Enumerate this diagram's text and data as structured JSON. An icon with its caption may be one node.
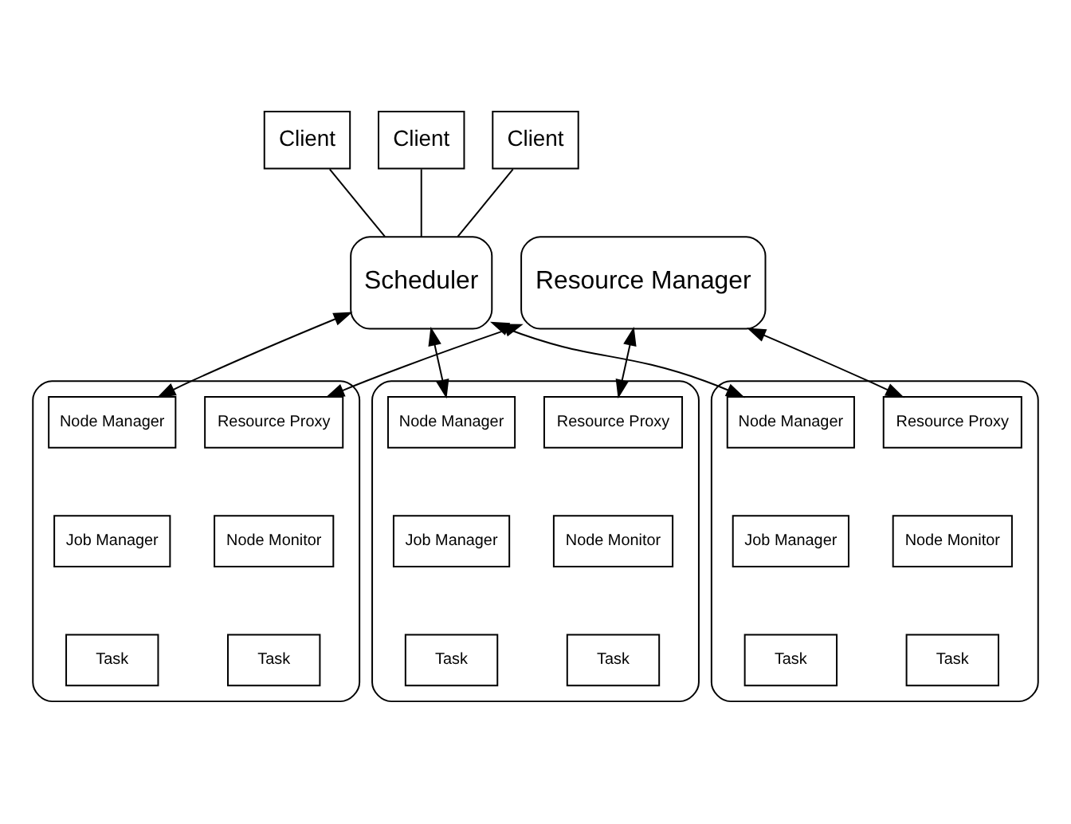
{
  "diagram": {
    "nodes": [
      {
        "text": [
          "Client"
        ]
      },
      {
        "text": [
          "Client"
        ]
      },
      {
        "text": [
          "Client"
        ]
      },
      {
        "text": [
          "Scheduler"
        ]
      },
      {
        "text": [
          "Resource Manager"
        ]
      },
      {
        "text": [],
        "shape": "box"
      },
      {
        "text": [
          "Node Manager"
        ],
        "in": 5
      },
      {
        "text": [
          "Resource Proxy"
        ],
        "in": 5
      },
      {
        "text": [
          "Job Manager"
        ],
        "in": 5
      },
      {
        "text": [
          "Node Monitor"
        ],
        "in": 5
      },
      {
        "text": [
          "Task"
        ],
        "in": 5
      },
      {
        "text": [
          "Task"
        ],
        "in": 5
      },
      {
        "text": [],
        "shape": "box"
      },
      {
        "text": [
          "Node Manager"
        ],
        "in": 12
      },
      {
        "text": [
          "Resource Proxy"
        ],
        "in": 12
      },
      {
        "text": [
          "Job Manager"
        ],
        "in": 12
      },
      {
        "text": [
          "Node Monitor"
        ],
        "in": 12
      },
      {
        "text": [
          "Task"
        ],
        "in": 12
      },
      {
        "text": [
          "Task"
        ],
        "in": 12
      },
      {
        "text": [],
        "shape": "box"
      },
      {
        "text": [
          "Node Manager"
        ],
        "in": 19
      },
      {
        "text": [
          "Resource Proxy"
        ],
        "in": 19
      },
      {
        "text": [
          "Job Manager"
        ],
        "in": 19
      },
      {
        "text": [
          "Node Monitor"
        ],
        "in": 19
      },
      {
        "text": [
          "Task"
        ],
        "in": 19
      },
      {
        "text": [
          "Task"
        ],
        "in": 19
      }
    ],
    "edges": [
      {
        "from": 0,
        "to": 3,
        "arrow": "none"
      },
      {
        "from": 1,
        "to": 3,
        "arrow": "none"
      },
      {
        "from": 2,
        "to": 3,
        "arrow": "none"
      },
      {
        "from": 3,
        "to": 6,
        "arrow": "both"
      },
      {
        "from": 4,
        "to": 7,
        "arrow": "both"
      },
      {
        "from": 3,
        "to": 13,
        "arrow": "both"
      },
      {
        "from": 4,
        "to": 14,
        "arrow": "both"
      },
      {
        "from": 3,
        "to": 20,
        "arrow": "both"
      },
      {
        "from": 4,
        "to": 21,
        "arrow": "both"
      }
    ]
  }
}
